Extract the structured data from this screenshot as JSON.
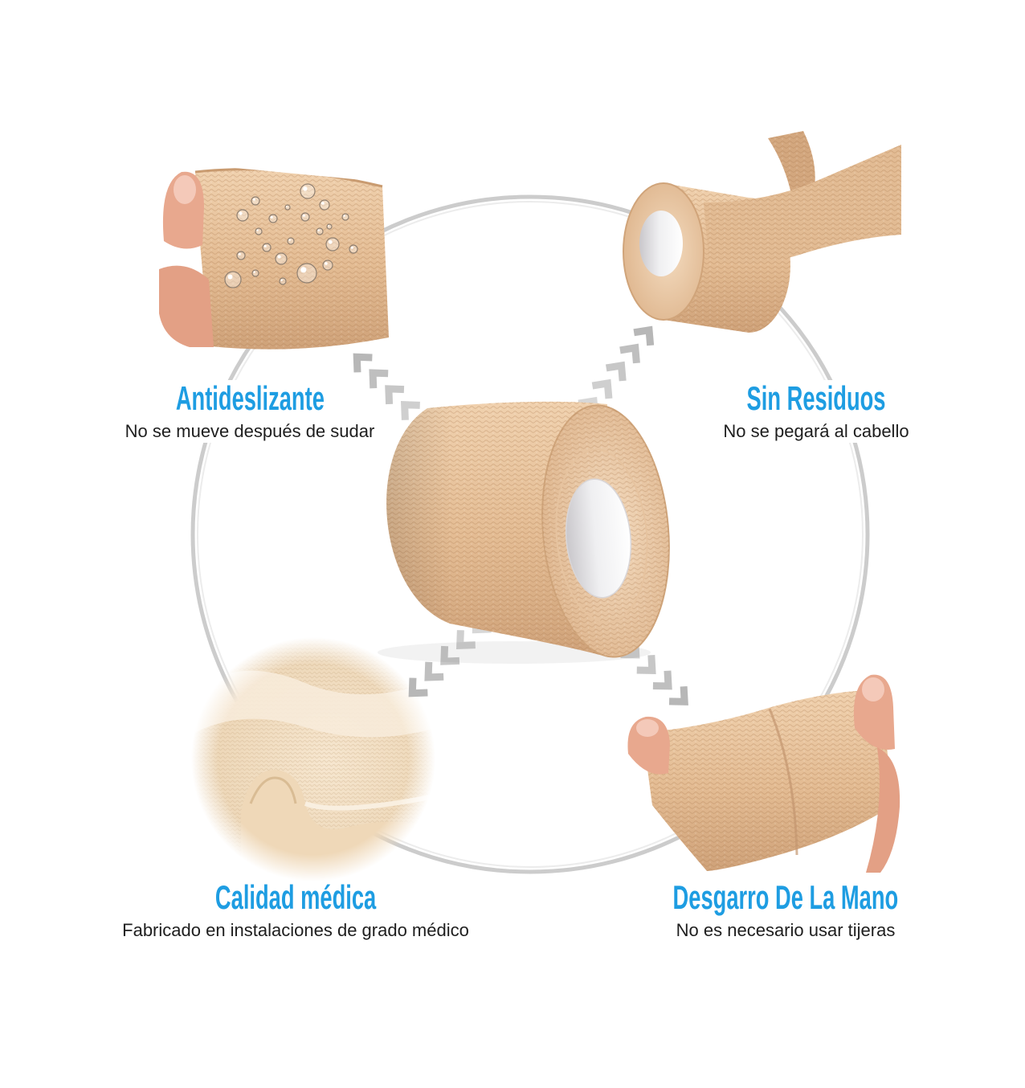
{
  "features": [
    {
      "title": "Antideslizante",
      "description": "No se mueve después de sudar"
    },
    {
      "title": "Sin Residuos",
      "description": "No se pegará al cabello"
    },
    {
      "title": "Calidad médica",
      "description": "Fabricado en instalaciones de grado médico"
    },
    {
      "title": "Desgarro De La Mano",
      "description": "No es necesario usar tijeras"
    }
  ],
  "colors": {
    "accent": "#1e9de2",
    "text": "#1e1e1e",
    "ring": "#cccccc",
    "bandage": "#e3bb92",
    "arrow": "#b6b6b6"
  }
}
